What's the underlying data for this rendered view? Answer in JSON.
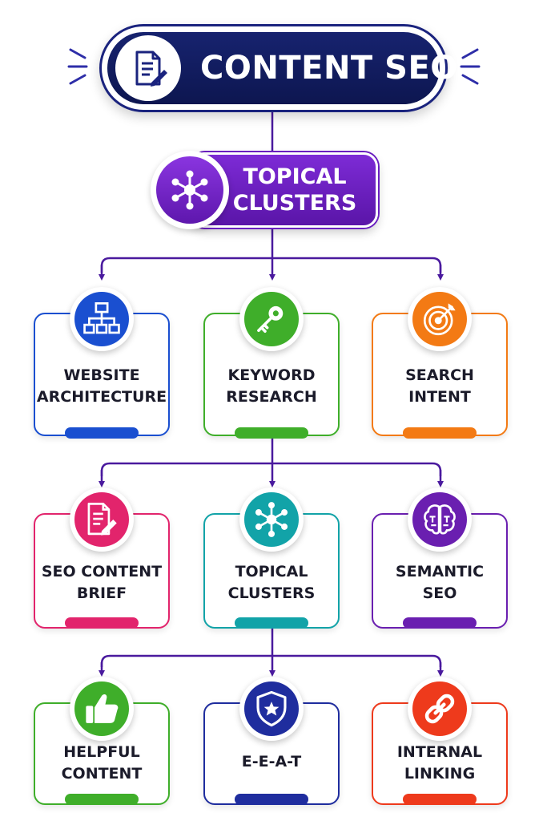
{
  "title": {
    "text": "CONTENT SEO",
    "icon": "document-edit-icon",
    "color": "#1a237e"
  },
  "hub": {
    "line1": "TOPICAL",
    "line2": "CLUSTERS",
    "icon": "network-node-icon",
    "color": "#6a1fc0"
  },
  "connector_color": "#4a1a9e",
  "cards": [
    {
      "line1": "WEBSITE",
      "line2": "ARCHITECTURE",
      "icon": "sitemap-icon",
      "color": "#1a4fd0"
    },
    {
      "line1": "KEYWORD",
      "line2": "RESEARCH",
      "icon": "key-icon",
      "color": "#3fae2a"
    },
    {
      "line1": "SEARCH",
      "line2": "INTENT",
      "icon": "target-icon",
      "color": "#f37a14"
    },
    {
      "line1": "SEO CONTENT",
      "line2": "BRIEF",
      "icon": "document-edit-icon",
      "color": "#e2246c"
    },
    {
      "line1": "TOPICAL",
      "line2": "CLUSTERS",
      "icon": "network-node-icon",
      "color": "#12a3a8"
    },
    {
      "line1": "SEMANTIC",
      "line2": "SEO",
      "icon": "brain-icon",
      "color": "#6a1fb0"
    },
    {
      "line1": "HELPFUL",
      "line2": "CONTENT",
      "icon": "thumbs-up-icon",
      "color": "#3fae2a"
    },
    {
      "line1": "E-E-A-T",
      "line2": "",
      "icon": "shield-star-icon",
      "color": "#1f2d9e"
    },
    {
      "line1": "INTERNAL",
      "line2": "LINKING",
      "icon": "link-icon",
      "color": "#ee3a1c"
    }
  ]
}
